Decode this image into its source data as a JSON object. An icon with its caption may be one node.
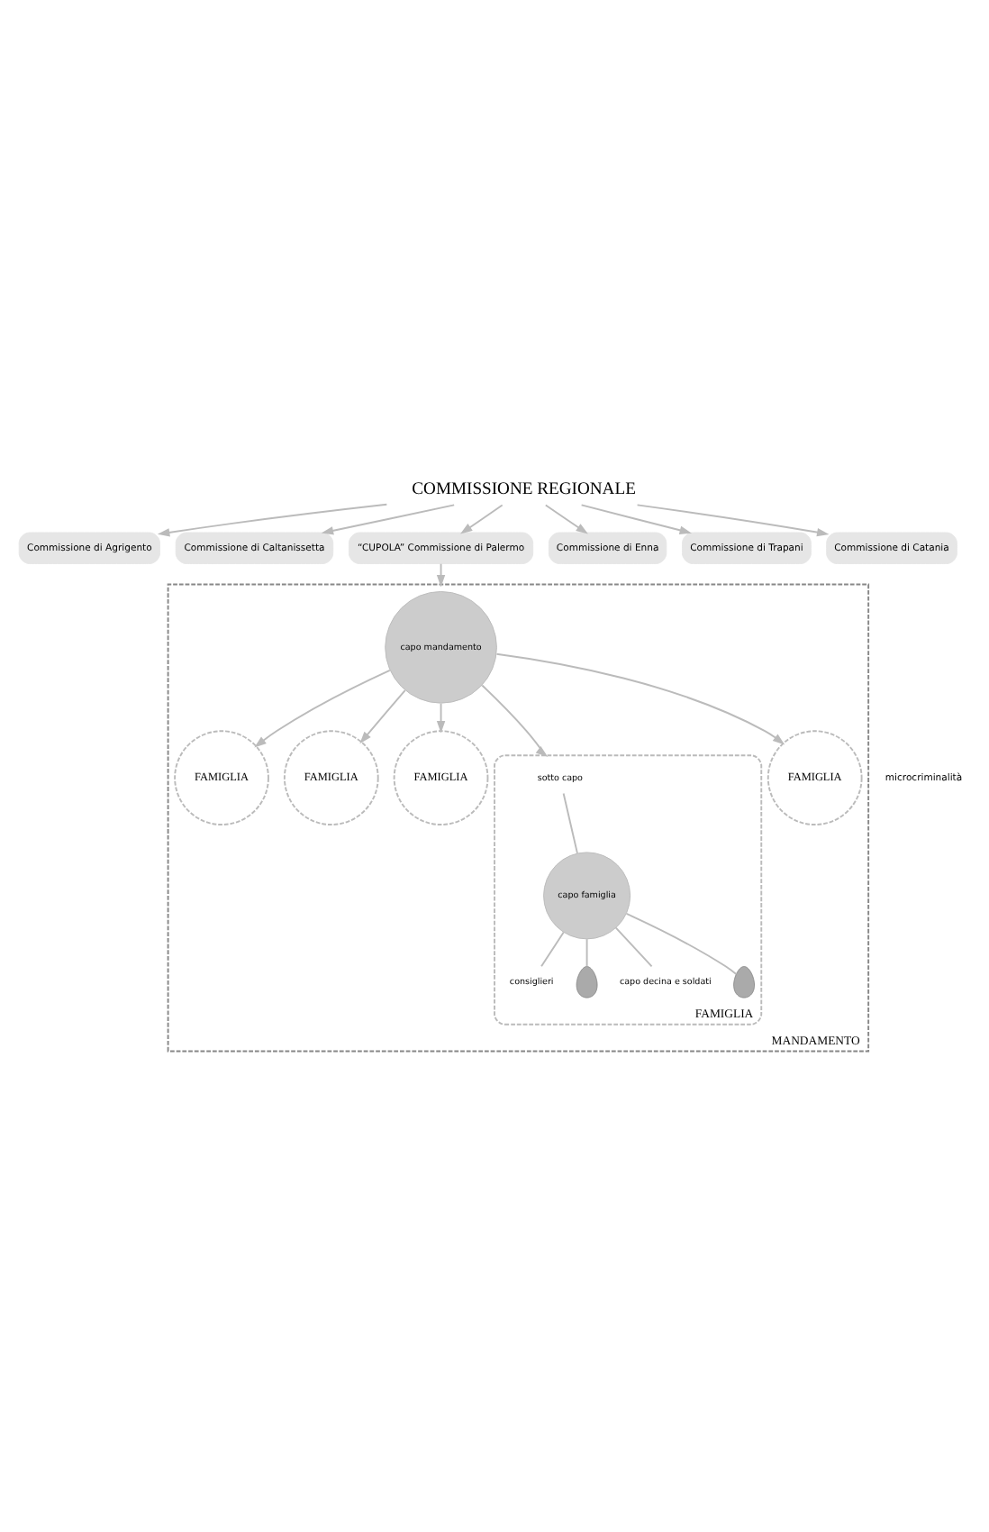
{
  "diagram": {
    "nodes": [
      {
        "text": [
          "COMMISSIONE REGIONALE"
        ]
      },
      {
        "text": [
          "Commissione di Agrigento"
        ]
      },
      {
        "text": [
          "Commissione di Caltanissetta"
        ]
      },
      {
        "text": [
          "“CUPOLA” Commissione di Palermo"
        ]
      },
      {
        "text": [
          "Commissione di Enna"
        ]
      },
      {
        "text": [
          "Commissione di Trapani"
        ]
      },
      {
        "text": [
          "Commissione di Catania"
        ]
      },
      {
        "text": [
          "MANDAMENTO"
        ]
      },
      {
        "text": [
          "capo mandamento"
        ],
        "in": 7
      },
      {
        "text": [
          "FAMIGLIA"
        ],
        "in": 7
      },
      {
        "text": [
          "FAMIGLIA"
        ],
        "in": 7
      },
      {
        "text": [
          "FAMIGLIA"
        ],
        "in": 7
      },
      {
        "text": [
          "FAMIGLIA"
        ],
        "in": 7
      },
      {
        "text": [
          "sotto capo"
        ],
        "in": 12
      },
      {
        "text": [
          "capo famiglia"
        ],
        "in": 12
      },
      {
        "text": [
          "consiglieri"
        ],
        "in": 12
      },
      {
        "text": [],
        "shape": "person",
        "in": 12
      },
      {
        "text": [
          "capo decina e soldati"
        ],
        "in": 12
      },
      {
        "text": [],
        "shape": "person",
        "in": 12
      },
      {
        "text": [
          "FAMIGLIA"
        ],
        "in": 7
      },
      {
        "text": [
          "microcriminalità"
        ]
      }
    ],
    "edges": [
      {
        "from": 0,
        "to": 1,
        "arrow": "to"
      },
      {
        "from": 0,
        "to": 2,
        "arrow": "to"
      },
      {
        "from": 0,
        "to": 3,
        "arrow": "to"
      },
      {
        "from": 0,
        "to": 4,
        "arrow": "to"
      },
      {
        "from": 0,
        "to": 5,
        "arrow": "to"
      },
      {
        "from": 0,
        "to": 6,
        "arrow": "to"
      },
      {
        "from": 3,
        "to": 7,
        "arrow": "to"
      },
      {
        "from": 8,
        "to": 9,
        "arrow": "to"
      },
      {
        "from": 8,
        "to": 10,
        "arrow": "to"
      },
      {
        "from": 8,
        "to": 11,
        "arrow": "to"
      },
      {
        "from": 8,
        "to": 12,
        "arrow": "to"
      },
      {
        "from": 8,
        "to": 19,
        "arrow": "to"
      },
      {
        "from": 13,
        "to": 14,
        "arrow": "none"
      },
      {
        "from": 14,
        "to": 15,
        "arrow": "none"
      },
      {
        "from": 14,
        "to": 16,
        "arrow": "none"
      },
      {
        "from": 14,
        "to": 17,
        "arrow": "none"
      },
      {
        "from": 14,
        "to": 18,
        "arrow": "none"
      }
    ]
  }
}
